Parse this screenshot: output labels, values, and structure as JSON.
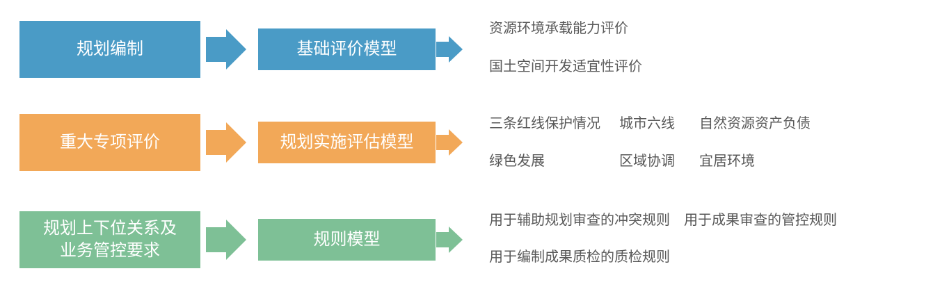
{
  "palette": {
    "blue": "#4A9BC6",
    "orange": "#F2A858",
    "green": "#7EC096",
    "label_text": "#595959",
    "box_text": "#FFFFFF"
  },
  "rows": [
    {
      "color": "#4A9BC6",
      "source": "规划编制",
      "model": "基础评价模型",
      "outputs": [
        "资源环境承载能力评价",
        "国土空间开发适宜性评价"
      ]
    },
    {
      "color": "#F2A858",
      "source": "重大专项评价",
      "model": "规划实施评估模型",
      "outputs": [
        "三条红线保护情况",
        "城市六线",
        "自然资源资产负债",
        "绿色发展",
        "区域协调",
        "宜居环境"
      ]
    },
    {
      "color": "#7EC096",
      "source": "规划上下位关系及\n业务管控要求",
      "model": "规则模型",
      "outputs": [
        "用于辅助规划审查的冲突规则",
        "用于成果审查的管控规则",
        "用于编制成果质检的质检规则"
      ]
    }
  ]
}
